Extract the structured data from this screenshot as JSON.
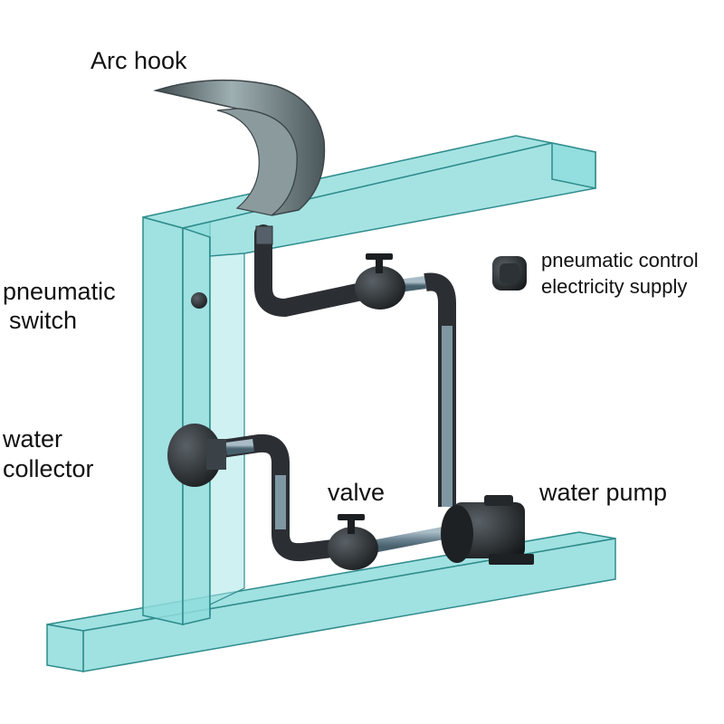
{
  "labels": {
    "arc_hook": "Arc hook",
    "pneumatic_switch_line1": "pneumatic",
    "pneumatic_switch_line2": "switch",
    "water_collector_line1": "water",
    "water_collector_line2": "collector",
    "valve": "valve",
    "water_pump": "water pump",
    "pneumatic_control_line1": "pneumatic control",
    "pneumatic_control_line2": "electricity supply"
  },
  "colors": {
    "frame_fill": "#8fdcdc",
    "frame_stroke": "#2f8c8c",
    "pipe_dark": "#2b2f33",
    "pipe_grey": "#7f97a3",
    "hook_metal": "#6f7f82",
    "background": "#ffffff"
  },
  "icons": [
    "arc-hook-icon",
    "valve-icon",
    "water-pump-icon",
    "water-collector-icon",
    "pneumatic-switch-icon",
    "control-box-icon"
  ]
}
